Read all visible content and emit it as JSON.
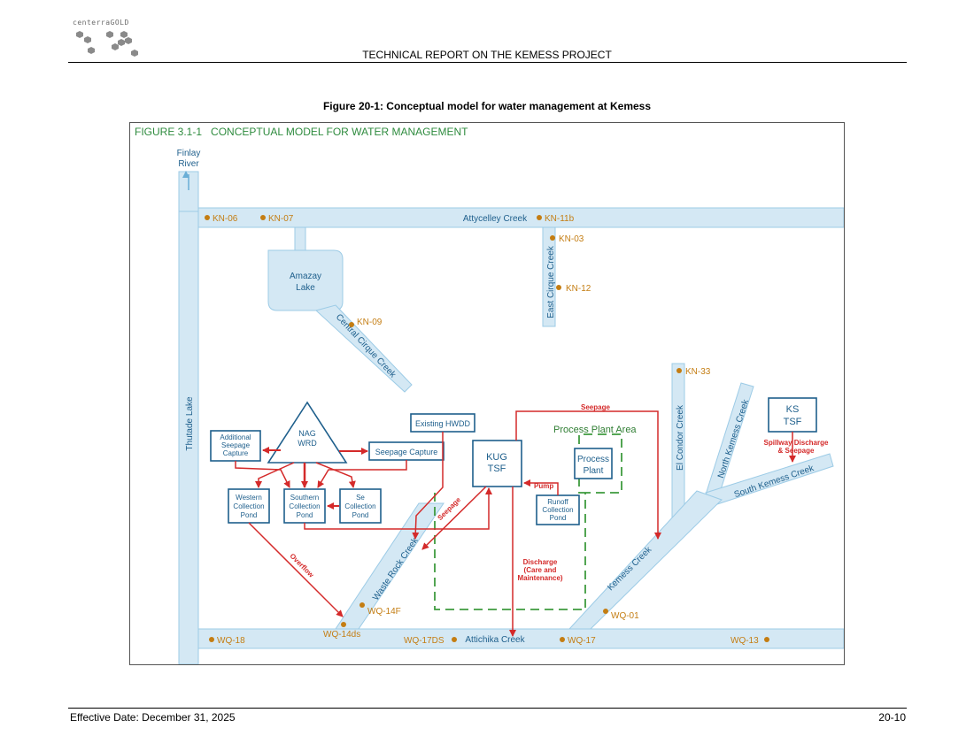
{
  "header": {
    "logo_text": "centerraGOLD",
    "report_title": "TECHNICAL REPORT ON THE KEMESS PROJECT"
  },
  "caption": "Figure 20-1: Conceptual model for water management at Kemess",
  "figure": {
    "title": "FIGURE 3.1-1   CONCEPTUAL MODEL FOR WATER MANAGEMENT",
    "water_bodies": {
      "finlay_1": "Finlay",
      "finlay_2": "River",
      "thutade_lake": "Thutade Lake",
      "amazay_1": "Amazay",
      "amazay_2": "Lake",
      "attycelley_creek": "Attycelley Creek",
      "east_cirque_creek": "East Cirque Creek",
      "central_cirque_creek": "Central Cirque Creek",
      "el_condor_creek": "El Condor Creek",
      "north_kemess_creek": "North Kemess Creek",
      "south_kemess_creek": "South Kemess Creek",
      "kemess_creek": "Kemess Creek",
      "waste_rock_creek": "Waste Rock Creek",
      "attichika_creek": "Attichika Creek"
    },
    "stations": {
      "kn06": "KN-06",
      "kn07": "KN-07",
      "kn11b": "KN-11b",
      "kn03": "KN-03",
      "kn12": "KN-12",
      "kn09": "KN-09",
      "kn33": "KN-33",
      "wq18": "WQ-18",
      "wq14ds": "WQ-14ds",
      "wq14f": "WQ-14F",
      "wq17ds": "WQ-17DS",
      "wq17": "WQ-17",
      "wq01": "WQ-01",
      "wq13": "WQ-13"
    },
    "facilities": {
      "nag_1": "NAG",
      "nag_2": "WRD",
      "additional_1": "Additional",
      "additional_2": "Seepage",
      "additional_3": "Capture",
      "seepage_capture": "Seepage Capture",
      "existing_hwdd": "Existing HWDD",
      "kug_1": "KUG",
      "kug_2": "TSF",
      "process_plant_area": "Process Plant Area",
      "process_1": "Process",
      "process_2": "Plant",
      "ks_1": "KS",
      "ks_2": "TSF",
      "western_1": "Western",
      "western_2": "Collection",
      "western_3": "Pond",
      "southern_1": "Southern",
      "southern_2": "Collection",
      "southern_3": "Pond",
      "se_1": "Se",
      "se_2": "Collection",
      "se_3": "Pond",
      "runoff_1": "Runoff",
      "runoff_2": "Collection",
      "runoff_3": "Pond"
    },
    "flow_labels": {
      "seepage_top": "Seepage",
      "seepage_diag": "Seepage",
      "pump": "Pump",
      "overflow": "Overflow",
      "discharge_1": "Discharge",
      "discharge_2": "(Care and",
      "discharge_3": "Maintenance)",
      "spillway_1": "Spillway Discharge",
      "spillway_2": "& Seepage"
    },
    "colors": {
      "water_fill": "#d4e8f4",
      "water_edge": "#6aaed6",
      "water_text": "#1e5f8c",
      "station": "#c47d12",
      "flow": "#d42a2a",
      "area_boundary": "#3f9b3f",
      "title": "#2e8b3e"
    }
  },
  "footer": {
    "effective_date": "Effective Date: December 31, 2025",
    "page_number": "20-10"
  }
}
